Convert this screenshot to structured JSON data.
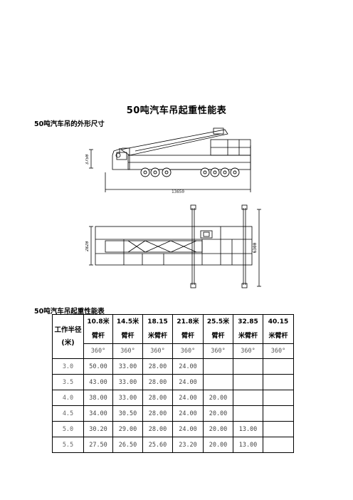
{
  "title": "50吨汽车吊起重性能表",
  "section1": "50吨汽车吊的外形尺寸",
  "section2": "50吨汽车吊起重性能表",
  "drawing": {
    "height_label": "3750",
    "length_label": "13650",
    "width_label": "2820",
    "outrigger_label": "6300"
  },
  "table": {
    "row_header": "工作半径(米)",
    "columns": [
      {
        "line1": "10.8米",
        "line2": "臂杆",
        "angle": "360°"
      },
      {
        "line1": "14.5米",
        "line2": "臂杆",
        "angle": "360°"
      },
      {
        "line1": "18.15",
        "line2": "米臂杆",
        "angle": "360°"
      },
      {
        "line1": "21.8米",
        "line2": "臂杆",
        "angle": "360°"
      },
      {
        "line1": "25.5米",
        "line2": "臂杆",
        "angle": "360°"
      },
      {
        "line1": "32.85",
        "line2": "米臂杆",
        "angle": "360°"
      },
      {
        "line1": "40.15",
        "line2": "米臂杆",
        "angle": "360°"
      }
    ],
    "rows": [
      {
        "radius": "3.0",
        "values": [
          "50.00",
          "33.00",
          "28.00",
          "24.00",
          "",
          "",
          ""
        ]
      },
      {
        "radius": "3.5",
        "values": [
          "43.00",
          "33.00",
          "28.00",
          "24.00",
          "",
          "",
          ""
        ]
      },
      {
        "radius": "4.0",
        "values": [
          "38.00",
          "33.00",
          "28.00",
          "24.00",
          "20.00",
          "",
          ""
        ]
      },
      {
        "radius": "4.5",
        "values": [
          "34.00",
          "30.50",
          "28.00",
          "24.00",
          "20.00",
          "",
          ""
        ]
      },
      {
        "radius": "5.0",
        "values": [
          "30.20",
          "29.00",
          "28.00",
          "24.00",
          "20.00",
          "13.00",
          ""
        ]
      },
      {
        "radius": "5.5",
        "values": [
          "27.50",
          "26.50",
          "25.60",
          "23.20",
          "20.00",
          "13.00",
          ""
        ]
      }
    ]
  }
}
